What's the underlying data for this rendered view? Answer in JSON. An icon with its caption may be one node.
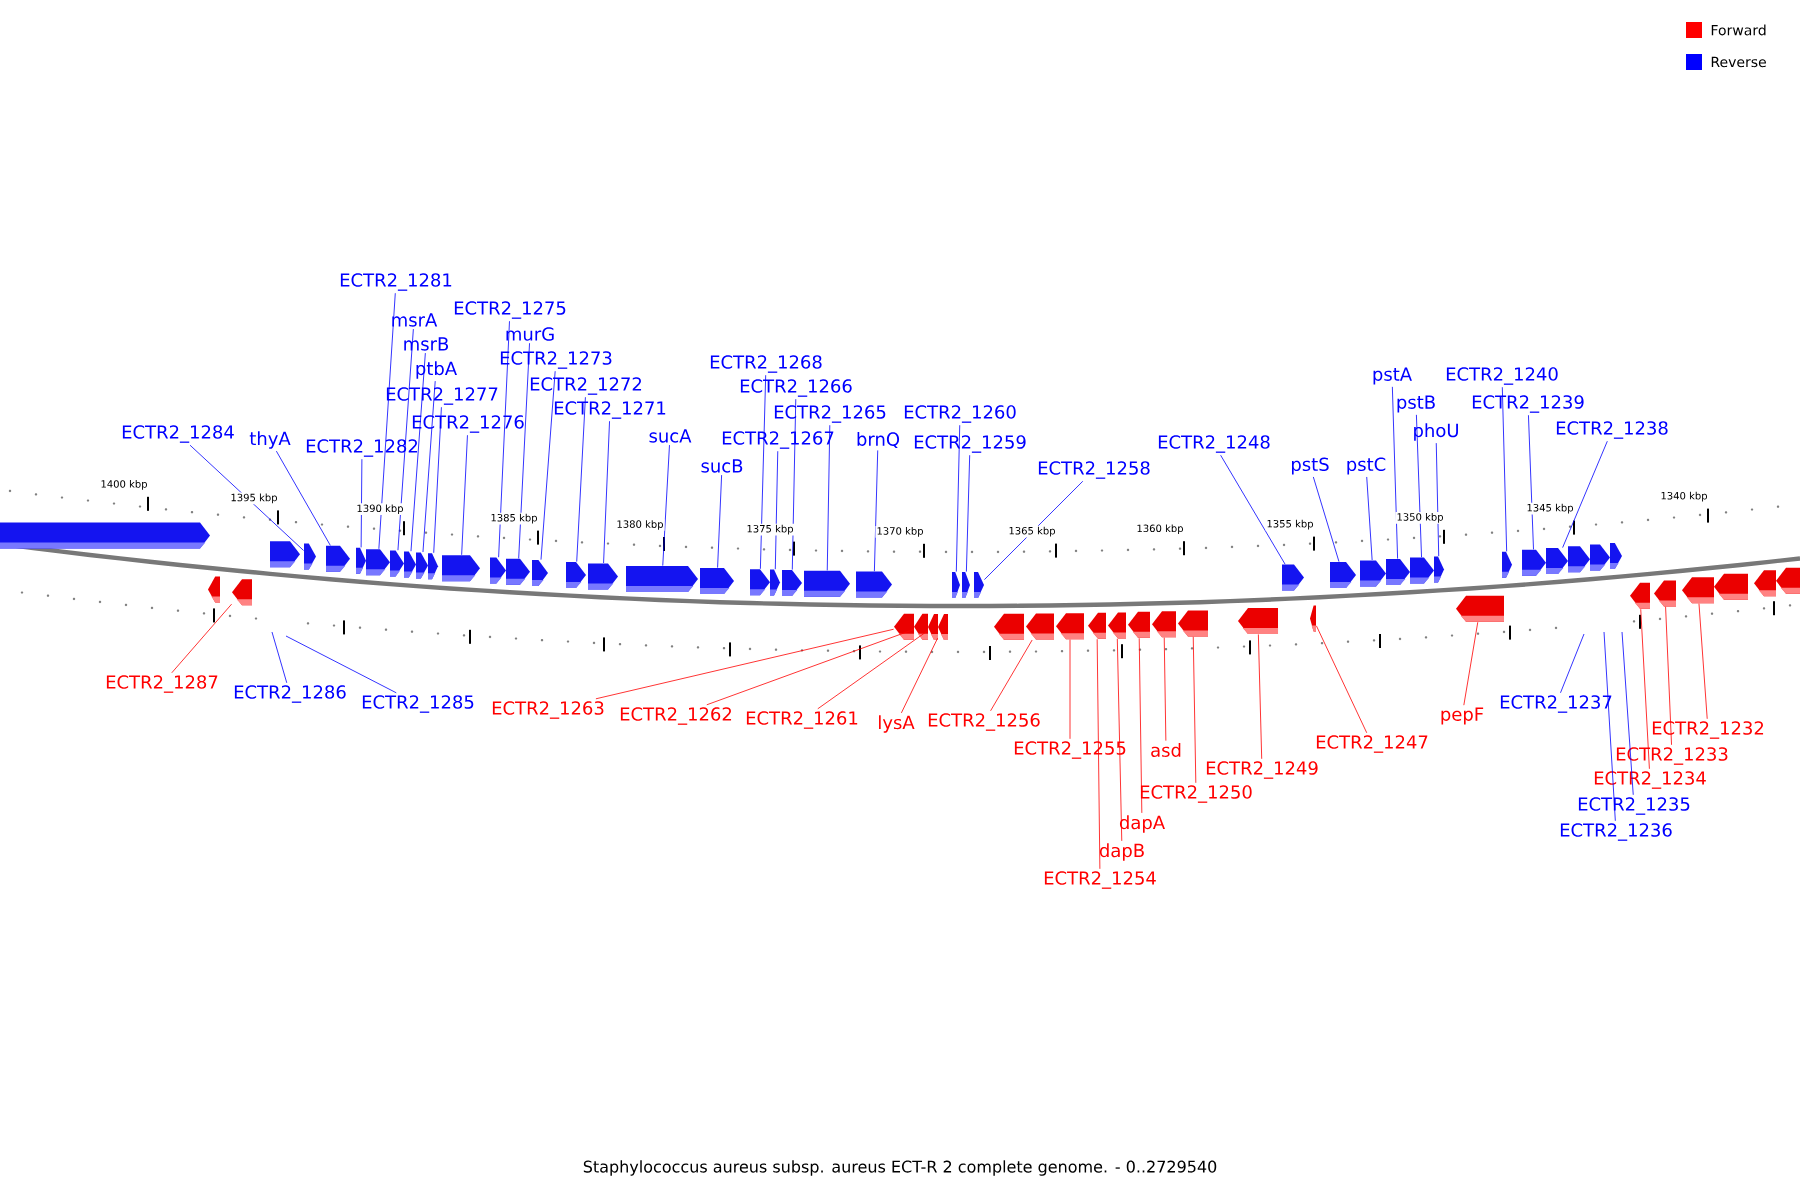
{
  "diagram": {
    "caption": "Staphylococcus aureus subsp. aureus ECT-R 2 complete genome. - 0..2729540",
    "nodes": [
      {
        "text": [
          "ECTR2_1284"
        ]
      },
      {
        "text": [
          "thyA"
        ]
      },
      {
        "text": [
          "ECTR2_1282"
        ]
      },
      {
        "text": [
          "ECTR2_1281"
        ]
      },
      {
        "text": [
          "msrA"
        ]
      },
      {
        "text": [
          "msrB"
        ]
      },
      {
        "text": [
          "ptbA"
        ]
      },
      {
        "text": [
          "ECTR2_1277"
        ]
      },
      {
        "text": [
          "ECTR2_1276"
        ]
      },
      {
        "text": [
          "ECTR2_1275"
        ]
      },
      {
        "text": [
          "murG"
        ]
      },
      {
        "text": [
          "ECTR2_1273"
        ]
      },
      {
        "text": [
          "ECTR2_1272"
        ]
      },
      {
        "text": [
          "ECTR2_1271"
        ]
      },
      {
        "text": [
          "sucA"
        ]
      },
      {
        "text": [
          "sucB"
        ]
      },
      {
        "text": [
          "ECTR2_1268"
        ]
      },
      {
        "text": [
          "ECTR2_1267"
        ]
      },
      {
        "text": [
          "ECTR2_1266"
        ]
      },
      {
        "text": [
          "ECTR2_1265"
        ]
      },
      {
        "text": [
          "brnQ"
        ]
      },
      {
        "text": [
          "ECTR2_1260"
        ]
      },
      {
        "text": [
          "ECTR2_1259"
        ]
      },
      {
        "text": [
          "ECTR2_1258"
        ]
      },
      {
        "text": [
          "ECTR2_1248"
        ]
      },
      {
        "text": [
          "pstS"
        ]
      },
      {
        "text": [
          "pstC"
        ]
      },
      {
        "text": [
          "pstA"
        ]
      },
      {
        "text": [
          "pstB"
        ]
      },
      {
        "text": [
          "phoU"
        ]
      },
      {
        "text": [
          "ECTR2_1240"
        ]
      },
      {
        "text": [
          "ECTR2_1239"
        ]
      },
      {
        "text": [
          "ECTR2_1238"
        ]
      },
      {
        "text": [
          "ECTR2_1287"
        ]
      },
      {
        "text": [
          "ECTR2_1286"
        ]
      },
      {
        "text": [
          "ECTR2_1285"
        ]
      },
      {
        "text": [
          "ECTR2_1263"
        ]
      },
      {
        "text": [
          "ECTR2_1262"
        ]
      },
      {
        "text": [
          "ECTR2_1261"
        ]
      },
      {
        "text": [
          "lysA"
        ]
      },
      {
        "text": [
          "ECTR2_1256"
        ]
      },
      {
        "text": [
          "ECTR2_1255"
        ]
      },
      {
        "text": [
          "ECTR2_1254"
        ]
      },
      {
        "text": [
          "dapB"
        ]
      },
      {
        "text": [
          "dapA"
        ]
      },
      {
        "text": [
          "asd"
        ]
      },
      {
        "text": [
          "ECTR2_1250"
        ]
      },
      {
        "text": [
          "ECTR2_1249"
        ]
      },
      {
        "text": [
          "ECTR2_1247"
        ]
      },
      {
        "text": [
          "pepF"
        ]
      },
      {
        "text": [
          "ECTR2_1237"
        ]
      },
      {
        "text": [
          "ECTR2_1236"
        ]
      },
      {
        "text": [
          "ECTR2_1235"
        ]
      },
      {
        "text": [
          "ECTR2_1234"
        ]
      },
      {
        "text": [
          "ECTR2_1233"
        ]
      },
      {
        "text": [
          "ECTR2_1232"
        ]
      },
      {
        "text": [],
        "shape": "arrow"
      },
      {
        "text": [],
        "shape": "arrow"
      },
      {
        "text": [],
        "shape": "arrow"
      },
      {
        "text": [],
        "shape": "arrow"
      },
      {
        "text": [],
        "shape": "arrow"
      },
      {
        "text": [],
        "shape": "arrow"
      },
      {
        "text": [],
        "shape": "arrow"
      },
      {
        "text": [],
        "shape": "arrow"
      },
      {
        "text": [],
        "shape": "arrow"
      },
      {
        "text": [],
        "shape": "arrow"
      },
      {
        "text": [],
        "shape": "arrow"
      },
      {
        "text": [],
        "shape": "arrow"
      },
      {
        "text": [],
        "shape": "arrow"
      },
      {
        "text": [],
        "shape": "arrow"
      },
      {
        "text": [],
        "shape": "arrow"
      },
      {
        "text": [],
        "shape": "arrow"
      },
      {
        "text": [],
        "shape": "arrow"
      },
      {
        "text": [],
        "shape": "arrow"
      },
      {
        "text": [],
        "shape": "arrow"
      },
      {
        "text": [],
        "shape": "arrow"
      },
      {
        "text": [],
        "shape": "arrow"
      },
      {
        "text": [],
        "shape": "arrow"
      },
      {
        "text": [],
        "shape": "arrow"
      },
      {
        "text": [],
        "shape": "arrow"
      },
      {
        "text": [],
        "shape": "arrow"
      },
      {
        "text": [],
        "shape": "arrow"
      },
      {
        "text": [],
        "shape": "arrow"
      },
      {
        "text": [],
        "shape": "arrow"
      },
      {
        "text": [],
        "shape": "arrow"
      },
      {
        "text": [],
        "shape": "arrow"
      },
      {
        "text": [],
        "shape": "arrow"
      },
      {
        "text": [],
        "shape": "arrow"
      },
      {
        "text": [],
        "shape": "arrow"
      },
      {
        "text": [],
        "shape": "arrow"
      },
      {
        "text": [],
        "shape": "arrow"
      },
      {
        "text": [],
        "shape": "arrow"
      },
      {
        "text": [],
        "shape": "arrow"
      },
      {
        "text": [],
        "shape": "arrow"
      },
      {
        "text": [],
        "shape": "arrow"
      },
      {
        "text": [],
        "shape": "arrow"
      },
      {
        "text": [],
        "shape": "arrow"
      },
      {
        "text": [],
        "shape": "arrow"
      },
      {
        "text": [],
        "shape": "arrow"
      },
      {
        "text": [],
        "shape": "arrow"
      },
      {
        "text": [],
        "shape": "arrow"
      },
      {
        "text": [],
        "shape": "arrow"
      },
      {
        "text": [],
        "shape": "arrow"
      },
      {
        "text": [],
        "shape": "arrow"
      },
      {
        "text": [],
        "shape": "arrow"
      },
      {
        "text": [],
        "shape": "arrow"
      },
      {
        "text": [],
        "shape": "arrow"
      },
      {
        "text": [],
        "shape": "arrow"
      },
      {
        "text": [],
        "shape": "arrow"
      },
      {
        "text": [],
        "shape": "arrow"
      },
      {
        "text": [],
        "shape": "arrow"
      },
      {
        "text": [],
        "shape": "arrow"
      },
      {
        "text": [],
        "shape": "arrow"
      },
      {
        "text": [],
        "shape": "arrow"
      },
      {
        "text": [],
        "shape": "arrow"
      },
      {
        "text": [],
        "shape": "arrow"
      },
      {
        "text": [],
        "shape": "arrow"
      }
    ],
    "edges": [
      {
        "from": 0,
        "to": 57,
        "arrow": "none"
      },
      {
        "from": 1,
        "to": 58,
        "arrow": "none"
      },
      {
        "from": 2,
        "to": 59,
        "arrow": "none"
      },
      {
        "from": 3,
        "to": 60,
        "arrow": "none"
      },
      {
        "from": 4,
        "to": 61,
        "arrow": "none"
      },
      {
        "from": 5,
        "to": 62,
        "arrow": "none"
      },
      {
        "from": 6,
        "to": 63,
        "arrow": "none"
      },
      {
        "from": 7,
        "to": 64,
        "arrow": "none"
      },
      {
        "from": 8,
        "to": 65,
        "arrow": "none"
      },
      {
        "from": 9,
        "to": 66,
        "arrow": "none"
      },
      {
        "from": 10,
        "to": 67,
        "arrow": "none"
      },
      {
        "from": 11,
        "to": 68,
        "arrow": "none"
      },
      {
        "from": 12,
        "to": 69,
        "arrow": "none"
      },
      {
        "from": 13,
        "to": 70,
        "arrow": "none"
      },
      {
        "from": 14,
        "to": 71,
        "arrow": "none"
      },
      {
        "from": 15,
        "to": 72,
        "arrow": "none"
      },
      {
        "from": 16,
        "to": 73,
        "arrow": "none"
      },
      {
        "from": 17,
        "to": 74,
        "arrow": "none"
      },
      {
        "from": 18,
        "to": 75,
        "arrow": "none"
      },
      {
        "from": 19,
        "to": 76,
        "arrow": "none"
      },
      {
        "from": 20,
        "to": 77,
        "arrow": "none"
      },
      {
        "from": 21,
        "to": 82,
        "arrow": "none"
      },
      {
        "from": 22,
        "to": 83,
        "arrow": "none"
      },
      {
        "from": 23,
        "to": 84,
        "arrow": "none"
      },
      {
        "from": 24,
        "to": 93,
        "arrow": "none"
      },
      {
        "from": 25,
        "to": 95,
        "arrow": "none"
      },
      {
        "from": 26,
        "to": 96,
        "arrow": "none"
      },
      {
        "from": 27,
        "to": 97,
        "arrow": "none"
      },
      {
        "from": 28,
        "to": 98,
        "arrow": "none"
      },
      {
        "from": 29,
        "to": 99,
        "arrow": "none"
      },
      {
        "from": 30,
        "to": 101,
        "arrow": "none"
      },
      {
        "from": 31,
        "to": 102,
        "arrow": "none"
      },
      {
        "from": 32,
        "to": 103,
        "arrow": "none"
      },
      {
        "from": 33,
        "to": 56,
        "arrow": "none",
        "color": "#ff0000"
      },
      {
        "from": 34,
        "to": null,
        "arrow": "none"
      },
      {
        "from": 35,
        "to": null,
        "arrow": "none"
      },
      {
        "from": 36,
        "to": 78,
        "arrow": "none",
        "color": "#ff0000"
      },
      {
        "from": 37,
        "to": 79,
        "arrow": "none",
        "color": "#ff0000"
      },
      {
        "from": 38,
        "to": 80,
        "arrow": "none",
        "color": "#ff0000"
      },
      {
        "from": 39,
        "to": 81,
        "arrow": "none",
        "color": "#ff0000"
      },
      {
        "from": 40,
        "to": 85,
        "arrow": "none",
        "color": "#ff0000"
      },
      {
        "from": 41,
        "to": 86,
        "arrow": "none",
        "color": "#ff0000"
      },
      {
        "from": 42,
        "to": 87,
        "arrow": "none",
        "color": "#ff0000"
      },
      {
        "from": 43,
        "to": 88,
        "arrow": "none",
        "color": "#ff0000"
      },
      {
        "from": 44,
        "to": 89,
        "arrow": "none",
        "color": "#ff0000"
      },
      {
        "from": 45,
        "to": 90,
        "arrow": "none",
        "color": "#ff0000"
      },
      {
        "from": 46,
        "to": 91,
        "arrow": "none",
        "color": "#ff0000"
      },
      {
        "from": 47,
        "to": 92,
        "arrow": "none",
        "color": "#ff0000"
      },
      {
        "from": 48,
        "to": 94,
        "arrow": "none",
        "color": "#ff0000"
      },
      {
        "from": 49,
        "to": 100,
        "arrow": "none",
        "color": "#ff0000"
      },
      {
        "from": 50,
        "to": null,
        "arrow": "none"
      },
      {
        "from": 51,
        "to": null,
        "arrow": "none"
      },
      {
        "from": 52,
        "to": null,
        "arrow": "none"
      },
      {
        "from": 53,
        "to": 104,
        "arrow": "none",
        "color": "#ff0000"
      },
      {
        "from": 54,
        "to": 105,
        "arrow": "none",
        "color": "#ff0000"
      },
      {
        "from": 55,
        "to": 106,
        "arrow": "none",
        "color": "#ff0000"
      }
    ],
    "labels": [
      "1400 kbp",
      "1395 kbp",
      "1390 kbp",
      "1385 kbp",
      "1380 kbp",
      "1375 kbp",
      "1370 kbp",
      "1365 kbp",
      "1360 kbp",
      "1355 kbp",
      "1350 kbp",
      "1345 kbp",
      "1340 kbp"
    ],
    "legend": [
      {
        "text": "Forward",
        "color": "#ff0000"
      },
      {
        "text": "Reverse",
        "color": "#0000ff"
      }
    ]
  }
}
